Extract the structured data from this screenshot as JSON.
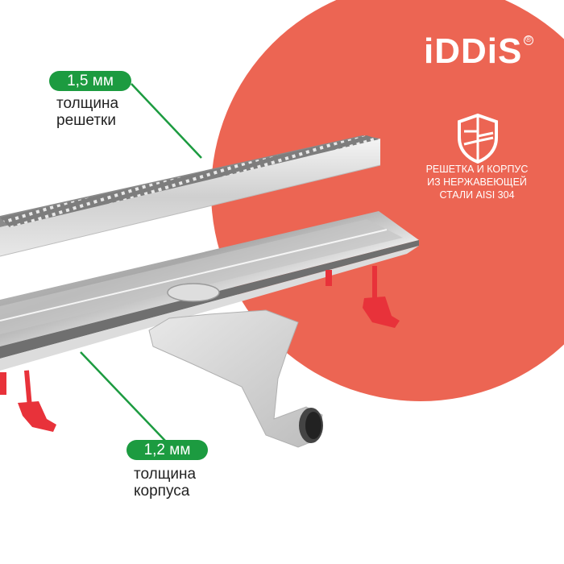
{
  "brand": {
    "logo_text": "iDDiS",
    "registered_mark": "®",
    "accent_color": "#ec6553",
    "label_color": "#1c9b40"
  },
  "feature_badge": {
    "icon": "shield-icon",
    "lines": [
      "РЕШЕТКА И КОРПУС",
      "ИЗ НЕРЖАВЕЮЩЕЙ",
      "СТАЛИ AISI 304"
    ]
  },
  "callouts": [
    {
      "value": "1,5 мм",
      "caption_lines": [
        "толщина",
        "решетки"
      ]
    },
    {
      "value": "1,2 мм",
      "caption_lines": [
        "толщина",
        "корпуса"
      ]
    }
  ],
  "product": {
    "name": "stainless-steel-linear-shower-drain",
    "parts": [
      "grate",
      "channel-body",
      "siphon",
      "adjustable-legs"
    ]
  }
}
